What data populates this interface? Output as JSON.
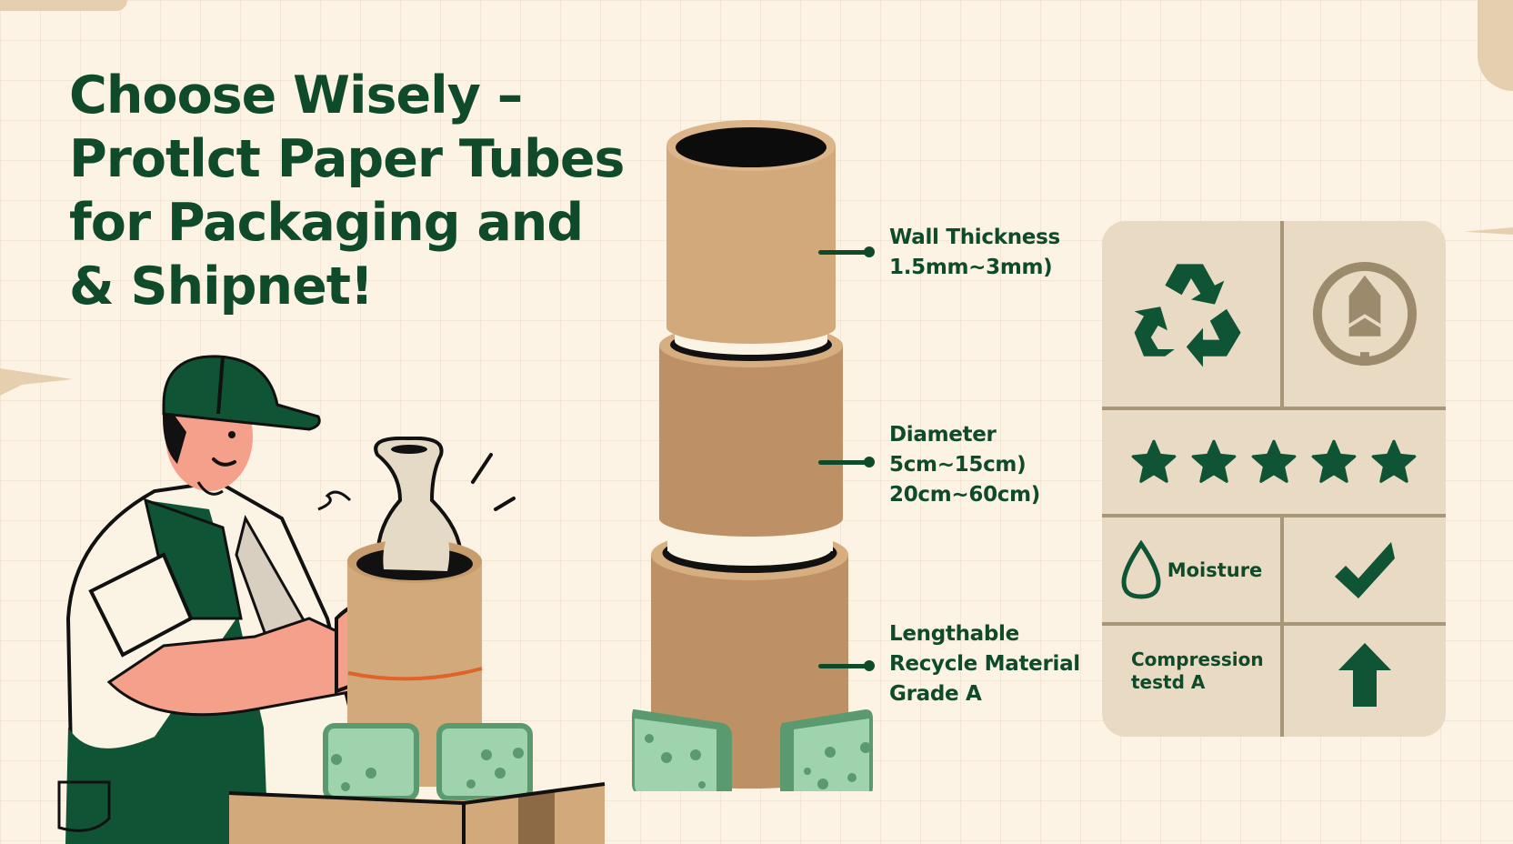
{
  "title": {
    "lines": [
      "Choose Wisely –",
      "Protlct Paper Tubes",
      "for Packaging and",
      "& Shipnet!"
    ]
  },
  "callouts": [
    {
      "id": "wall-thickness",
      "lines": [
        "Wall Thickness",
        "1.5mm~3mm)"
      ]
    },
    {
      "id": "diameter",
      "lines": [
        "Diameter",
        "5cm~15cm)",
        "20cm~60cm)"
      ]
    },
    {
      "id": "material",
      "lines": [
        "Lengthable",
        "Recycle Material",
        "Grade A"
      ]
    }
  ],
  "panel": {
    "row1": {
      "left_icon": "recycle-icon",
      "right_icon": "eco-tree-badge-icon"
    },
    "row2": {
      "icon": "star-icon",
      "stars": 5
    },
    "row3": {
      "icon": "water-drop-icon",
      "label": "Moisture",
      "status_icon": "checkmark-icon"
    },
    "row4": {
      "label_lines": [
        "Compression",
        "testd A"
      ],
      "status_icon": "arrow-up-icon"
    }
  },
  "illustration": {
    "figure": "worker-in-green-cap-and-overalls",
    "items": [
      "vase",
      "paper-tube",
      "foam-blocks",
      "cardboard-box"
    ]
  },
  "colors": {
    "brand_green": "#0f4a2a",
    "background": "#fcf3e4",
    "kraft_tube": "#d2a97a",
    "kraft_tube_dark": "#be9066",
    "foam_green": "#9fd3ad",
    "panel_bg": "#e8dac3",
    "panel_divider": "#a89679",
    "badge_tan": "#9c8a6c",
    "band_orange": "#e0632a"
  }
}
